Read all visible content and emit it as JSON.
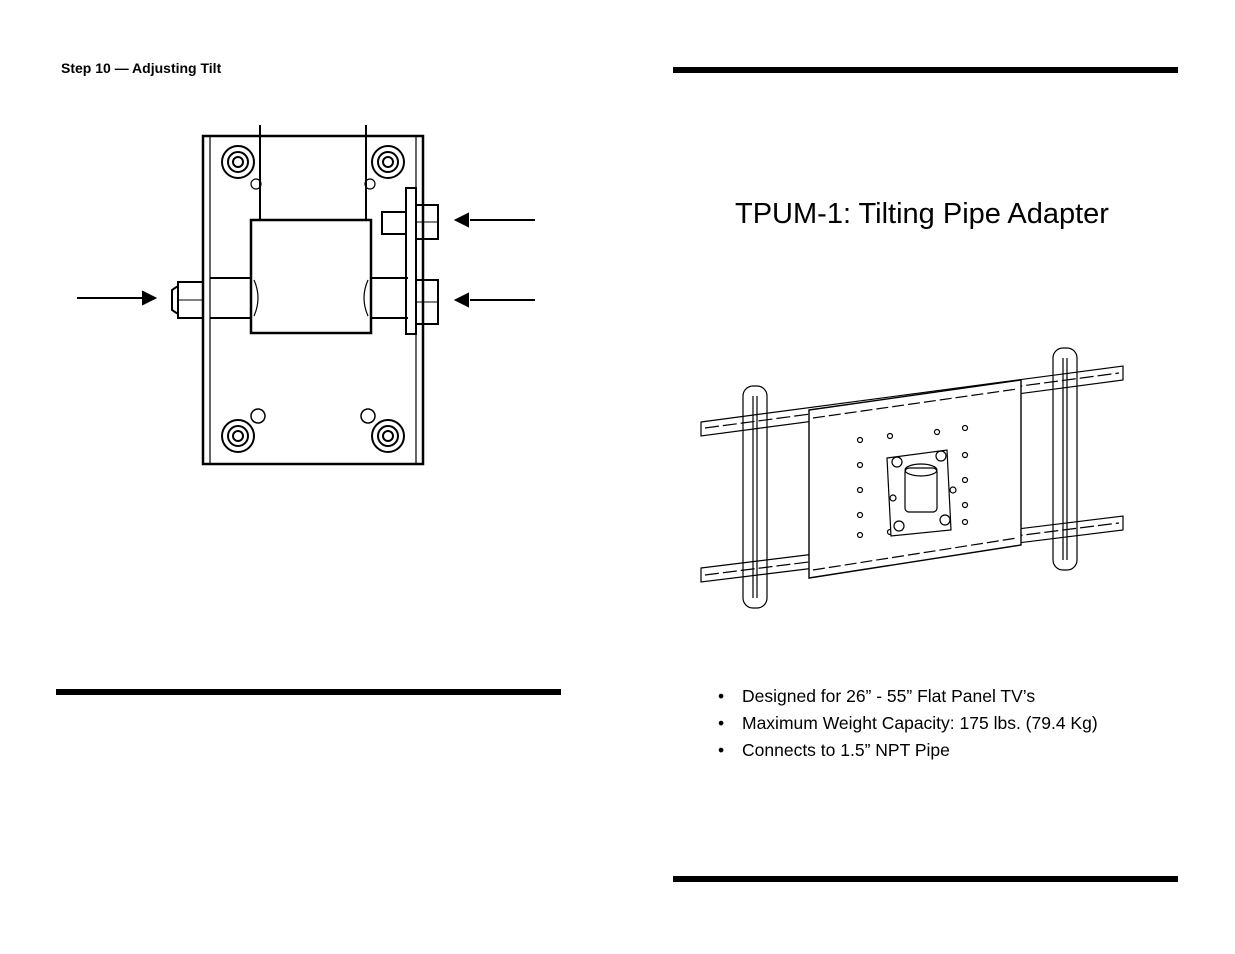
{
  "left_page": {
    "step_title": "Step 10 — Adjusting Tilt",
    "figure_icon": "tilt-bracket-diagram-icon"
  },
  "right_page": {
    "title": "TPUM-1: Tilting Pipe Adapter",
    "figure_icon": "pipe-adapter-mount-icon",
    "features": [
      "Designed for 26” - 55” Flat Panel TV’s",
      "Maximum Weight Capacity: 175 lbs. (79.4 Kg)",
      "Connects to 1.5” NPT Pipe"
    ]
  },
  "colors": {
    "ink": "#000000",
    "paper": "#ffffff"
  }
}
